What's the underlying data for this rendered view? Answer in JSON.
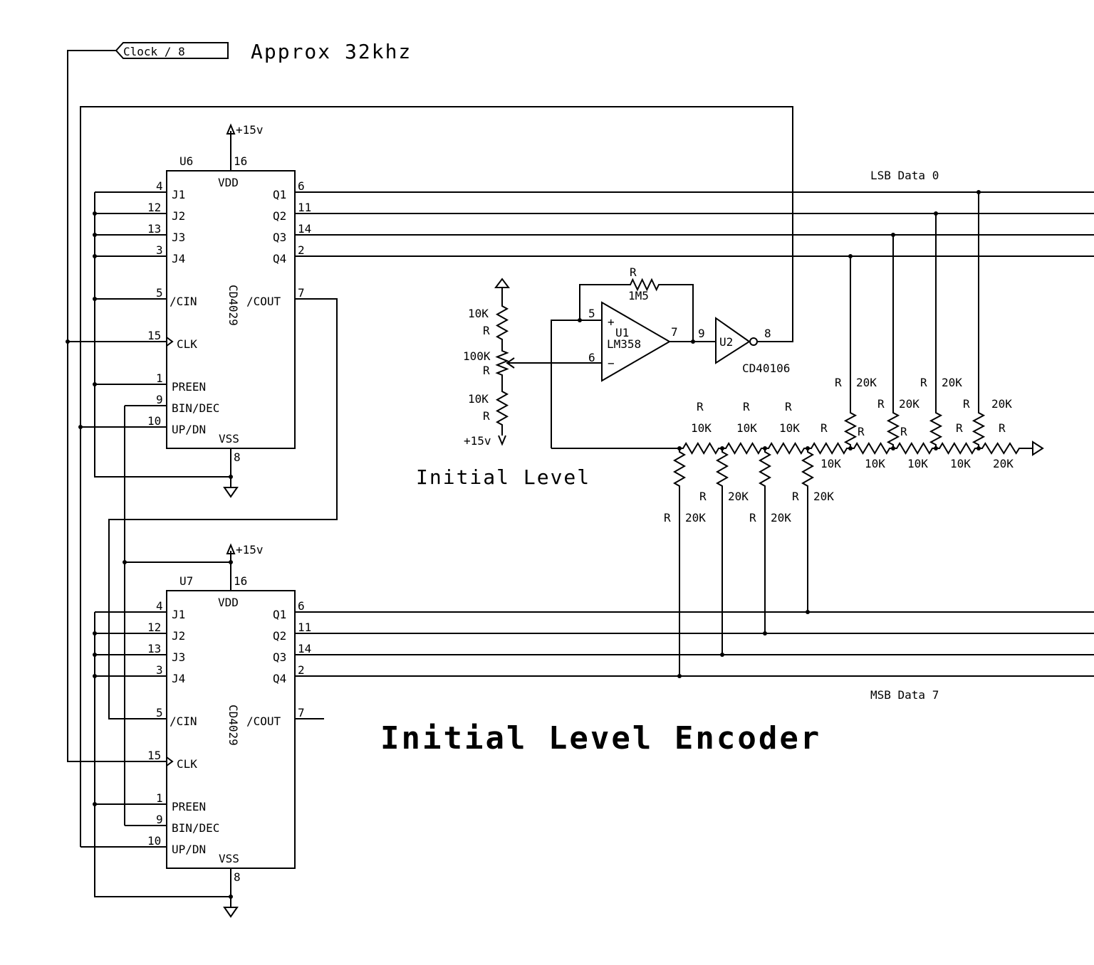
{
  "clock_input": {
    "label": "Clock / 8",
    "note": "Approx 32khz"
  },
  "title": "Initial Level Encoder",
  "data_labels": {
    "lsb": "LSB Data 0",
    "msb": "MSB Data 7"
  },
  "chips": [
    {
      "ref": "U6",
      "part": "CD4029",
      "supply": "+15v",
      "vdd": "VDD",
      "vdd_pin": "16",
      "vss": "VSS",
      "vss_pin": "8",
      "left_pins": [
        {
          "num": "4",
          "name": "J1"
        },
        {
          "num": "12",
          "name": "J2"
        },
        {
          "num": "13",
          "name": "J3"
        },
        {
          "num": "3",
          "name": "J4"
        },
        {
          "num": "5",
          "name": "/CIN"
        },
        {
          "num": "15",
          "name": "CLK"
        },
        {
          "num": "1",
          "name": "PREEN"
        },
        {
          "num": "9",
          "name": "BIN/DEC"
        },
        {
          "num": "10",
          "name": "UP/DN"
        }
      ],
      "right_pins": [
        {
          "num": "6",
          "name": "Q1"
        },
        {
          "num": "11",
          "name": "Q2"
        },
        {
          "num": "14",
          "name": "Q3"
        },
        {
          "num": "2",
          "name": "Q4"
        },
        {
          "num": "7",
          "name": "/COUT"
        }
      ]
    },
    {
      "ref": "U7",
      "part": "CD4029",
      "supply": "+15v",
      "vdd": "VDD",
      "vdd_pin": "16",
      "vss": "VSS",
      "vss_pin": "8",
      "left_pins": [
        {
          "num": "4",
          "name": "J1"
        },
        {
          "num": "12",
          "name": "J2"
        },
        {
          "num": "13",
          "name": "J3"
        },
        {
          "num": "3",
          "name": "J4"
        },
        {
          "num": "5",
          "name": "/CIN"
        },
        {
          "num": "15",
          "name": "CLK"
        },
        {
          "num": "1",
          "name": "PREEN"
        },
        {
          "num": "9",
          "name": "BIN/DEC"
        },
        {
          "num": "10",
          "name": "UP/DN"
        }
      ],
      "right_pins": [
        {
          "num": "6",
          "name": "Q1"
        },
        {
          "num": "11",
          "name": "Q2"
        },
        {
          "num": "14",
          "name": "Q3"
        },
        {
          "num": "2",
          "name": "Q4"
        },
        {
          "num": "7",
          "name": "/COUT"
        }
      ]
    }
  ],
  "pot": {
    "label": "Initial Level",
    "top_value": "10K",
    "top_ref": "R",
    "pot_value": "100K",
    "pot_ref": "R",
    "bottom_value": "10K",
    "bottom_ref": "R",
    "supply": "+15v"
  },
  "opamp": {
    "ref": "U1",
    "part": "LM358",
    "pin_plus": "5",
    "pin_minus": "6",
    "pin_out": "7",
    "plus": "+",
    "minus": "−",
    "feedback_ref": "R",
    "feedback_value": "1M5"
  },
  "inverter": {
    "ref": "U2",
    "part": "CD40106",
    "pin_in": "9",
    "pin_out": "8"
  },
  "ladder": {
    "series": [
      {
        "ref": "R",
        "value": "10K"
      },
      {
        "ref": "R",
        "value": "10K"
      },
      {
        "ref": "R",
        "value": "10K"
      },
      {
        "ref": "R",
        "value": "10K"
      },
      {
        "ref": "R",
        "value": "10K"
      },
      {
        "ref": "R",
        "value": "10K"
      },
      {
        "ref": "R",
        "value": "10K"
      },
      {
        "ref": "R",
        "value": "20K"
      }
    ],
    "lower_legs": [
      {
        "ref": "R",
        "value": "20K"
      },
      {
        "ref": "R",
        "value": "20K"
      },
      {
        "ref": "R",
        "value": "20K"
      },
      {
        "ref": "R",
        "value": "20K"
      }
    ],
    "upper_legs": [
      {
        "ref": "R",
        "value": "20K"
      },
      {
        "ref": "R",
        "value": "20K"
      },
      {
        "ref": "R",
        "value": "20K"
      },
      {
        "ref": "R",
        "value": "20K"
      }
    ]
  }
}
